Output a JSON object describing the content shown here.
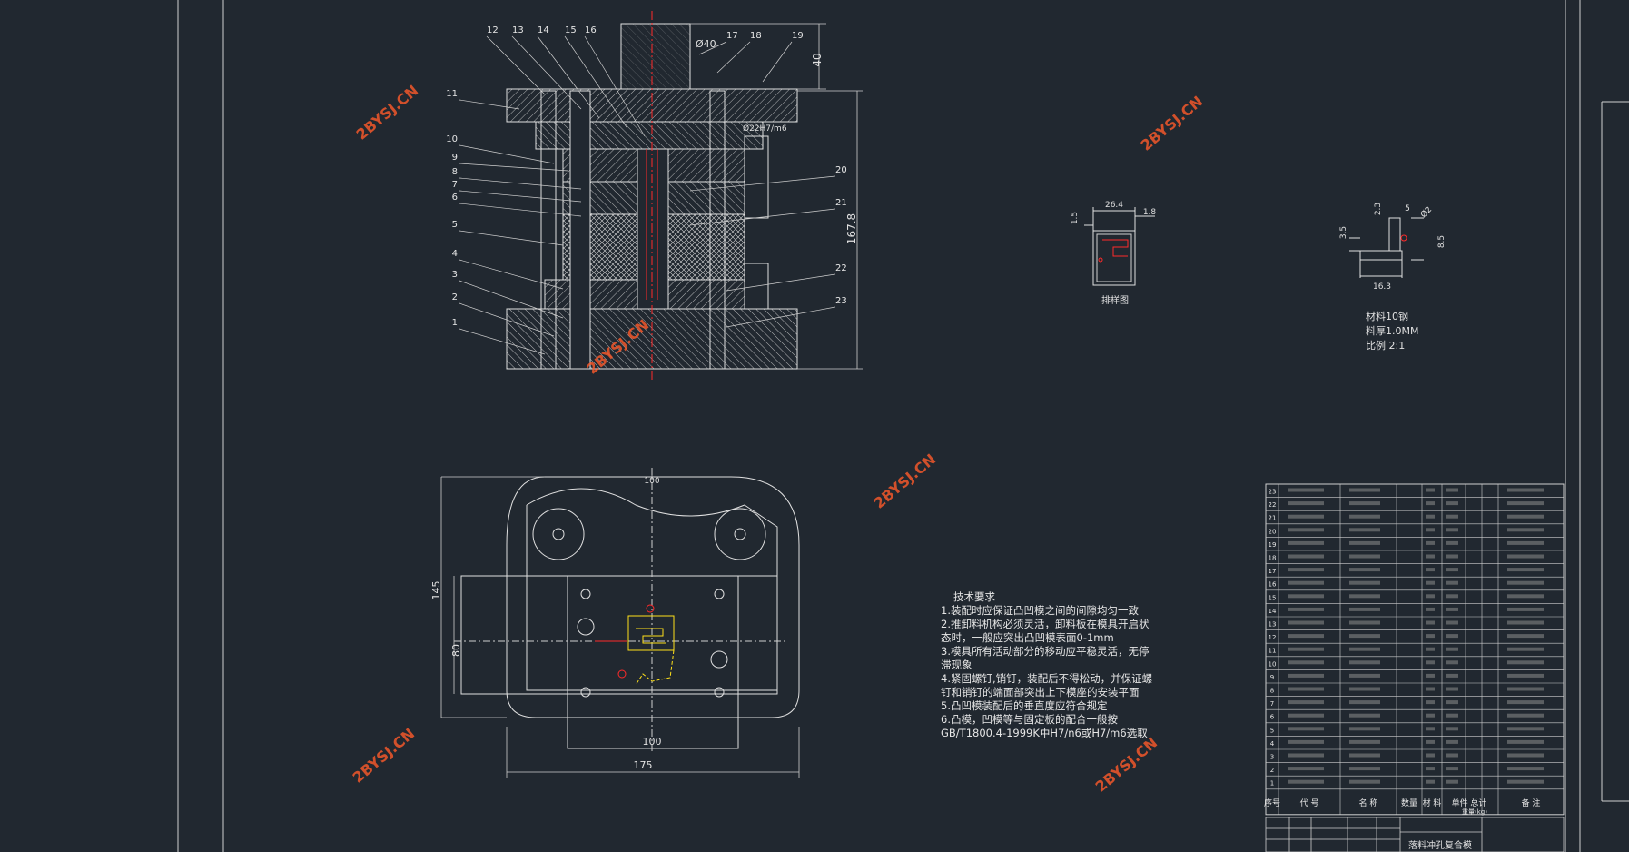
{
  "watermark": "2BYSJ.CN",
  "assembly_view": {
    "balloons": [
      "1",
      "2",
      "3",
      "4",
      "5",
      "6",
      "7",
      "8",
      "9",
      "10",
      "11",
      "12",
      "13",
      "14",
      "15",
      "16",
      "17",
      "18",
      "19",
      "20",
      "21",
      "22",
      "23"
    ],
    "dims": {
      "shank_dia": "Ø40",
      "shank_h": "40",
      "height": "167.8",
      "fit": "Ø22H7/m6"
    }
  },
  "plan_view": {
    "dims": {
      "w1": "100",
      "w2": "175",
      "h1": "80",
      "h2": "145",
      "top": "100"
    }
  },
  "strip_layout": {
    "caption": "排样图",
    "dims": {
      "w": "26.4",
      "a": "1.5",
      "b": "1.8"
    }
  },
  "part_view": {
    "dims": {
      "a": "2.3",
      "b": "5",
      "c": "Ø2",
      "d": "3.5",
      "e": "8.5",
      "w": "16.3"
    },
    "notes": [
      "材料10钢",
      "料厚1.0MM",
      "比例  2:1"
    ]
  },
  "tech_req": {
    "title": "技术要求",
    "lines": [
      "1.装配时应保证凸凹模之间的间隙均匀一致",
      "2.推卸料机构必须灵活，卸料板在模具开启状",
      "态时，一般应突出凸凹模表面0-1mm",
      "3.模具所有活动部分的移动应平稳灵活，无停",
      "滞现象",
      "4.紧固螺钉,销钉，装配后不得松动，并保证螺",
      "钉和销钉的端面部突出上下模座的安装平面",
      "5.凸凹模装配后的垂直度应符合规定",
      "6.凸模，凹模等与固定板的配合一般按",
      "GB/T1800.4-1999K中H7/n6或H7/m6选取"
    ]
  },
  "bom": {
    "rows": [
      "23",
      "22",
      "21",
      "20",
      "19",
      "18",
      "17",
      "16",
      "15",
      "14",
      "13",
      "12",
      "11",
      "10",
      "9",
      "8",
      "7",
      "6",
      "5",
      "4",
      "3",
      "2",
      "1"
    ],
    "headers": {
      "no": "序号",
      "code": "代 号",
      "name": "名  称",
      "qty": "数量",
      "mat": "材 料",
      "unit": "单件 总计",
      "mass": "重量(kg)",
      "note": "备 注"
    }
  },
  "title_block": {
    "name": "落料冲孔复合模"
  }
}
